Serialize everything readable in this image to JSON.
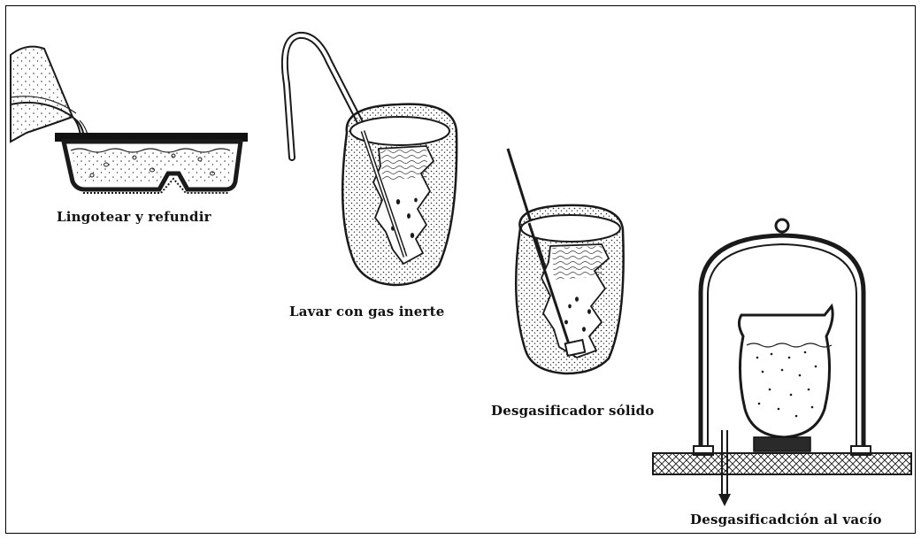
{
  "steps": [
    {
      "id": "ingot",
      "label": "Lingotear y refundir"
    },
    {
      "id": "inert_gas",
      "label": "Lavar con gas inerte"
    },
    {
      "id": "solid_degasser",
      "label": "Desgasificador sólido"
    },
    {
      "id": "vacuum",
      "label": "Desgasificadción al vacío"
    }
  ],
  "colors": {
    "line": "#1a1a1a",
    "stipple": "#3a3a3a",
    "background": "#ffffff"
  }
}
